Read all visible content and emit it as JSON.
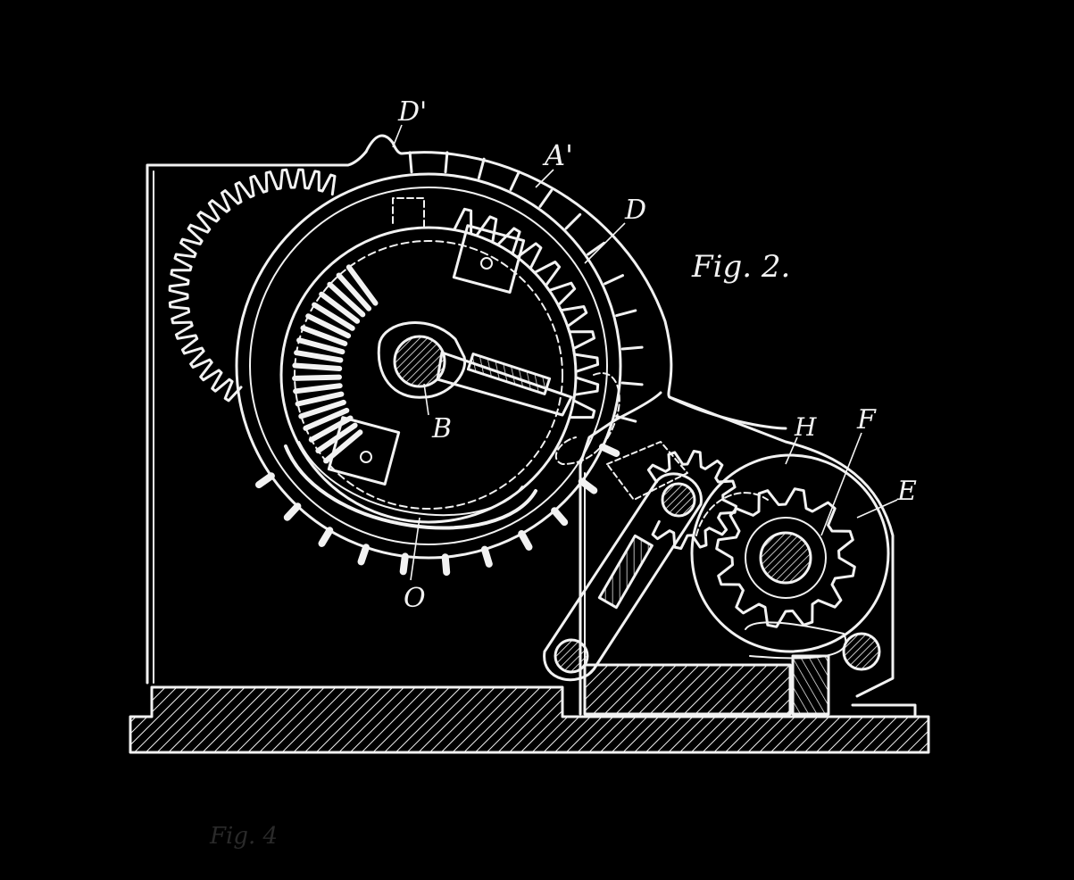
{
  "figure": {
    "title": "Fig. 2.",
    "faint_title": "Fig. 4",
    "ink_color": "#f2f2f2",
    "background_color": "#000000"
  },
  "labels": {
    "D1": "D'",
    "A1": "A'",
    "D": "D",
    "B": "B",
    "O": "O",
    "H": "H",
    "F": "F",
    "E": "E"
  }
}
